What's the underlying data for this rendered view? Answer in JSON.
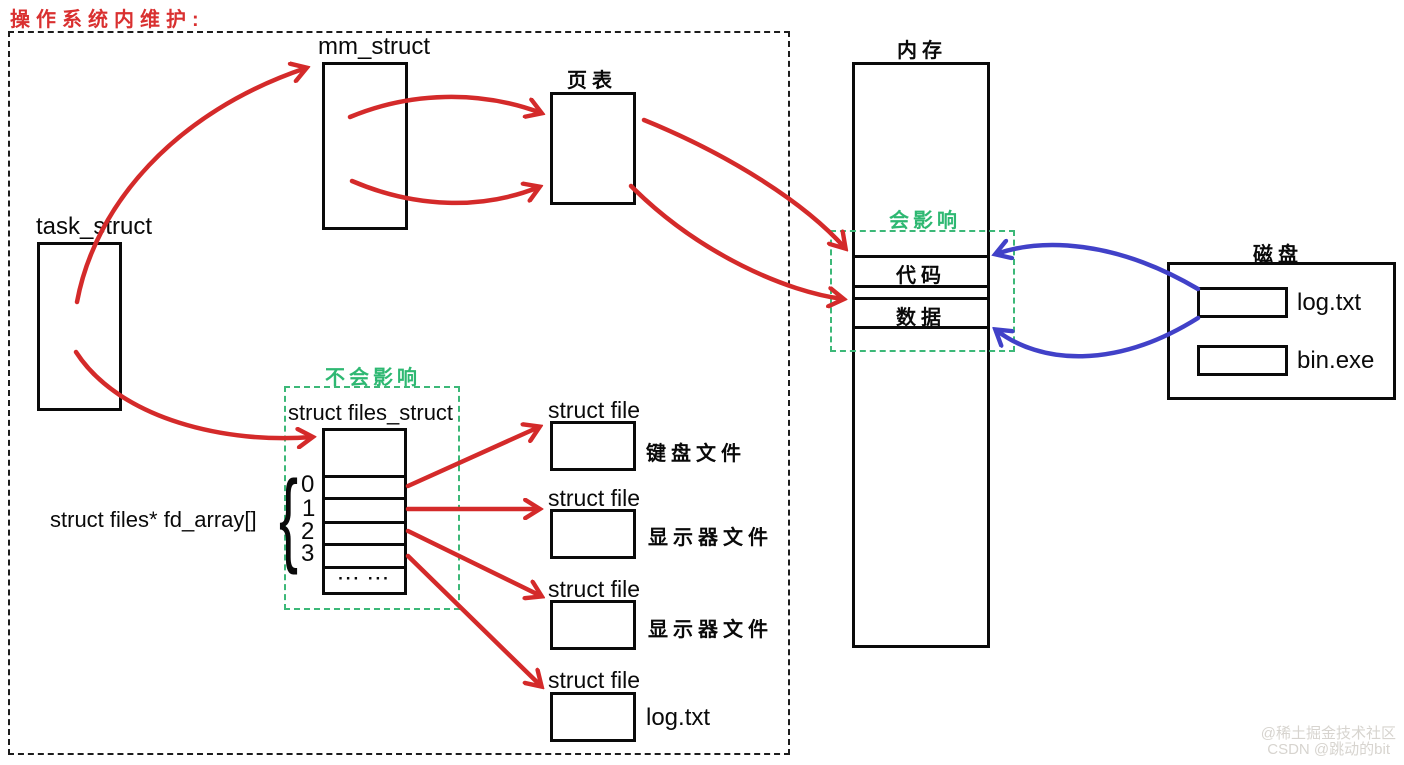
{
  "title": "操作系统内维护:",
  "colors": {
    "arrow_red": "#d42a2a",
    "arrow_blue": "#4141c8",
    "dashed_green": "#3cb878",
    "border_black": "#0a0a0a",
    "watermark_gray": "#d7d4cf"
  },
  "nodes": {
    "task_struct": {
      "label": "task_struct"
    },
    "mm_struct": {
      "label": "mm_struct"
    },
    "page_table": {
      "label": "页表"
    },
    "memory": {
      "label": "内存",
      "affect_label": "会影响",
      "segments": [
        "代码",
        "数据"
      ]
    },
    "files": {
      "no_affect_label": "不会影响",
      "label": "struct files_struct",
      "fd_array_label": "struct files* fd_array[]",
      "brace": "{",
      "indices": [
        "0",
        "1",
        "2",
        "3"
      ],
      "ellipsis": "··· ···",
      "entries": [
        {
          "label": "struct file",
          "desc": "键盘文件"
        },
        {
          "label": "struct file",
          "desc": "显示器文件"
        },
        {
          "label": "struct file",
          "desc": "显示器文件"
        },
        {
          "label": "struct file",
          "desc": "log.txt"
        }
      ]
    },
    "disk": {
      "label": "磁盘",
      "files": [
        {
          "name": "log.txt"
        },
        {
          "name": "bin.exe"
        }
      ]
    }
  },
  "watermark": {
    "line1": "@稀土掘金技术社区",
    "line2": "CSDN @跳动的bit"
  }
}
